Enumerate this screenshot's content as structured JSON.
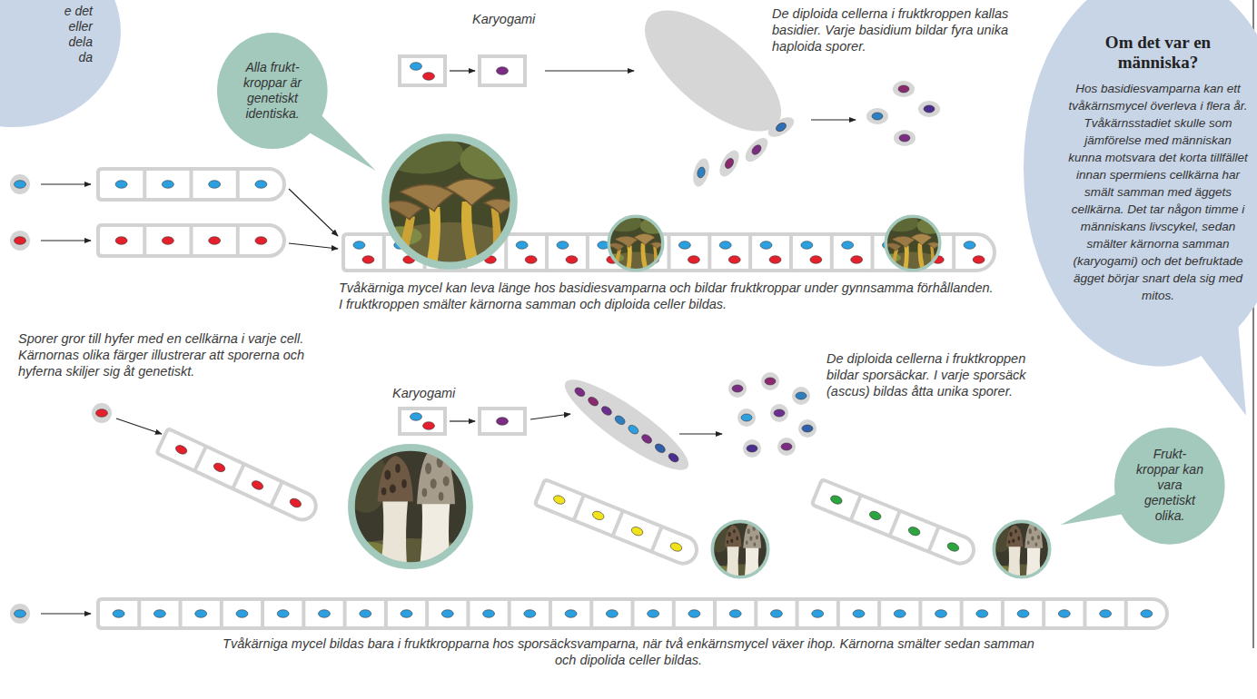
{
  "diagram": {
    "nodes": [
      {
        "text": [
          "e det eller dela da"
        ]
      },
      {
        "text": [
          "Alla frukt-kroppar är genetiskt identiska."
        ]
      },
      {
        "text": [
          "Om det var en människa?",
          "Hos basidiesvamparna kan ett tvåkärnsmycel överleva i flera år. Tvåkärnsstadiet skulle som jämförelse med människan kunna motsvara det korta tillfället innan spermiens cellkärna har smält samman med äggets cellkärna. Det tar någon timme i människans livscykel, sedan smälter kärnorna samman (karyogami) och det befruktade ägget börjar snart dela sig med mitos."
        ]
      },
      {
        "text": [
          "Frukt-kroppar kan vara genetiskt olika."
        ]
      }
    ],
    "labels": [
      "Karyogami",
      "De diploida cellerna i fruktkroppen kallas basidier. Varje basidium bildar fyra unika haploida sporer.",
      "Tvåkärniga mycel kan leva länge hos basidiesvamparna och bildar fruktkroppar under gynnsamma förhållanden. I fruktkroppen smälter kärnorna samman och diploida celler bildas.",
      "Sporer gror till hyfer med en cellkärna i varje cell. Kärnornas olika färger illustrerar att sporerna och hyferna skiljer sig åt genetiskt.",
      "Karyogami",
      "De diploida cellerna i fruktkroppen bildar sporsäckar. I varje sporsäck (ascus) bildas åtta unika sporer.",
      "Tvåkärniga mycel bildas bara i fruktkropparna hos sporsäcksvamparna, när två enkärnsmycel växer ihop. Kärnorna smälter sedan samman och dipolida celler bildas."
    ]
  }
}
